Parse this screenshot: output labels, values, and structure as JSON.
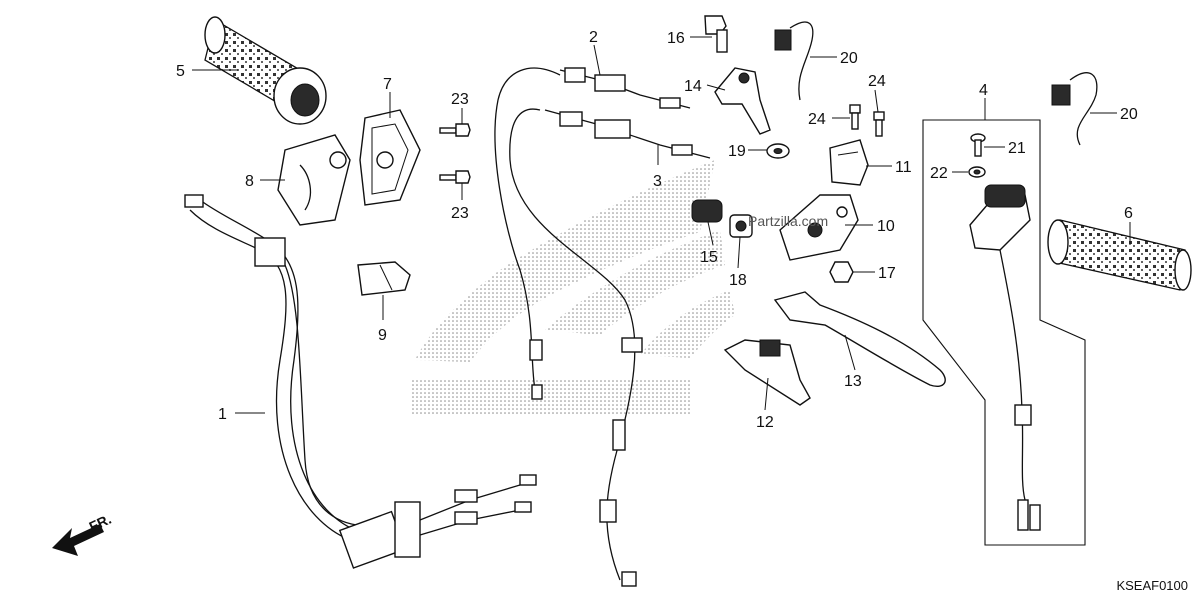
{
  "diagram_code": "KSEAF0100",
  "direction_label": "FR.",
  "watermark": "Partzilla.com",
  "callouts": [
    {
      "id": "c1",
      "label": "1"
    },
    {
      "id": "c2",
      "label": "2"
    },
    {
      "id": "c3",
      "label": "3"
    },
    {
      "id": "c4",
      "label": "4"
    },
    {
      "id": "c5",
      "label": "5"
    },
    {
      "id": "c6",
      "label": "6"
    },
    {
      "id": "c7",
      "label": "7"
    },
    {
      "id": "c8",
      "label": "8"
    },
    {
      "id": "c9",
      "label": "9"
    },
    {
      "id": "c10",
      "label": "10"
    },
    {
      "id": "c11",
      "label": "11"
    },
    {
      "id": "c12",
      "label": "12"
    },
    {
      "id": "c13",
      "label": "13"
    },
    {
      "id": "c14",
      "label": "14"
    },
    {
      "id": "c15",
      "label": "15"
    },
    {
      "id": "c16",
      "label": "16"
    },
    {
      "id": "c17",
      "label": "17"
    },
    {
      "id": "c18",
      "label": "18"
    },
    {
      "id": "c19",
      "label": "19"
    },
    {
      "id": "c20a",
      "label": "20"
    },
    {
      "id": "c20b",
      "label": "20"
    },
    {
      "id": "c21",
      "label": "21"
    },
    {
      "id": "c22",
      "label": "22"
    },
    {
      "id": "c23a",
      "label": "23"
    },
    {
      "id": "c23b",
      "label": "23"
    },
    {
      "id": "c24a",
      "label": "24"
    },
    {
      "id": "c24b",
      "label": "24"
    }
  ]
}
